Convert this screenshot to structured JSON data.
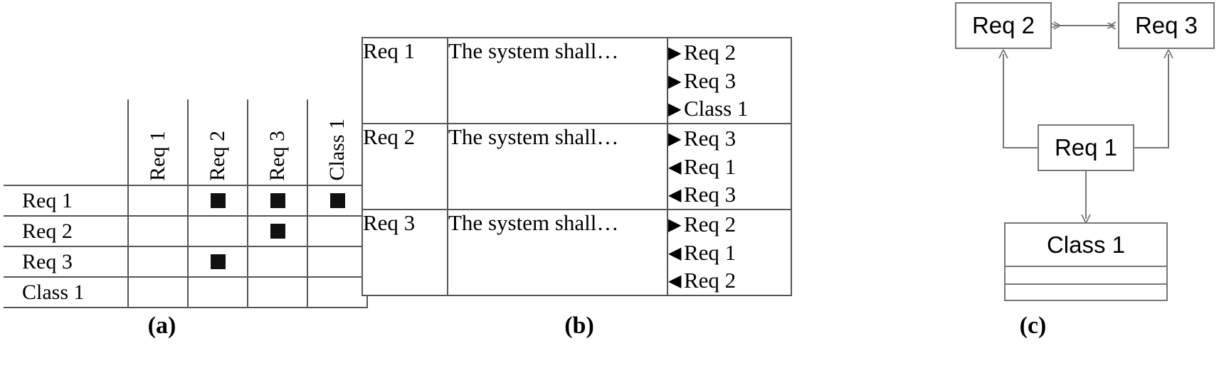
{
  "figure_a": {
    "caption": "(a)",
    "name": "traceability-matrix",
    "column_headers": [
      "Req 1",
      "Req 2",
      "Req 3",
      "Class 1"
    ],
    "row_headers": [
      "Req 1",
      "Req 2",
      "Req 3",
      "Class 1"
    ],
    "mark_glyph": "filled-square",
    "cells": [
      [
        false,
        true,
        true,
        true
      ],
      [
        false,
        false,
        true,
        false
      ],
      [
        false,
        true,
        false,
        false
      ],
      [
        false,
        false,
        false,
        false
      ]
    ]
  },
  "figure_b": {
    "caption": "(b)",
    "name": "requirements-table",
    "rows": [
      {
        "id": "Req 1",
        "description": "The system shall…",
        "links": [
          {
            "direction": "forward",
            "arrow": "▶",
            "target": "Req 2"
          },
          {
            "direction": "forward",
            "arrow": "▶",
            "target": "Req 3"
          },
          {
            "direction": "forward",
            "arrow": "▶",
            "target": "Class 1"
          }
        ]
      },
      {
        "id": "Req 2",
        "description": "The system shall…",
        "links": [
          {
            "direction": "forward",
            "arrow": "▶",
            "target": "Req 3"
          },
          {
            "direction": "backward",
            "arrow": "◀",
            "target": "Req 1"
          },
          {
            "direction": "backward",
            "arrow": "◀",
            "target": "Req 3"
          }
        ]
      },
      {
        "id": "Req 3",
        "description": "The system shall…",
        "links": [
          {
            "direction": "forward",
            "arrow": "▶",
            "target": "Req 2"
          },
          {
            "direction": "backward",
            "arrow": "◀",
            "target": "Req 1"
          },
          {
            "direction": "backward",
            "arrow": "◀",
            "target": "Req 2"
          }
        ]
      }
    ]
  },
  "figure_c": {
    "caption": "(c)",
    "name": "trace-link-diagram",
    "nodes": [
      {
        "id": "req2",
        "label": "Req 2",
        "type": "requirement"
      },
      {
        "id": "req3",
        "label": "Req 3",
        "type": "requirement"
      },
      {
        "id": "req1",
        "label": "Req 1",
        "type": "requirement"
      },
      {
        "id": "class1",
        "label": "Class 1",
        "type": "uml-class",
        "compartments": 2
      }
    ],
    "edges": [
      {
        "from": "req2",
        "to": "req3",
        "style": "bidirectional"
      },
      {
        "from": "req1",
        "to": "req2",
        "style": "directed"
      },
      {
        "from": "req1",
        "to": "req3",
        "style": "directed"
      },
      {
        "from": "req1",
        "to": "class1",
        "style": "directed"
      }
    ],
    "line_color": "#767676"
  },
  "colors": {
    "rule": "#555555",
    "mark": "#111111",
    "diagram_stroke": "#767676",
    "background": "#ffffff"
  }
}
